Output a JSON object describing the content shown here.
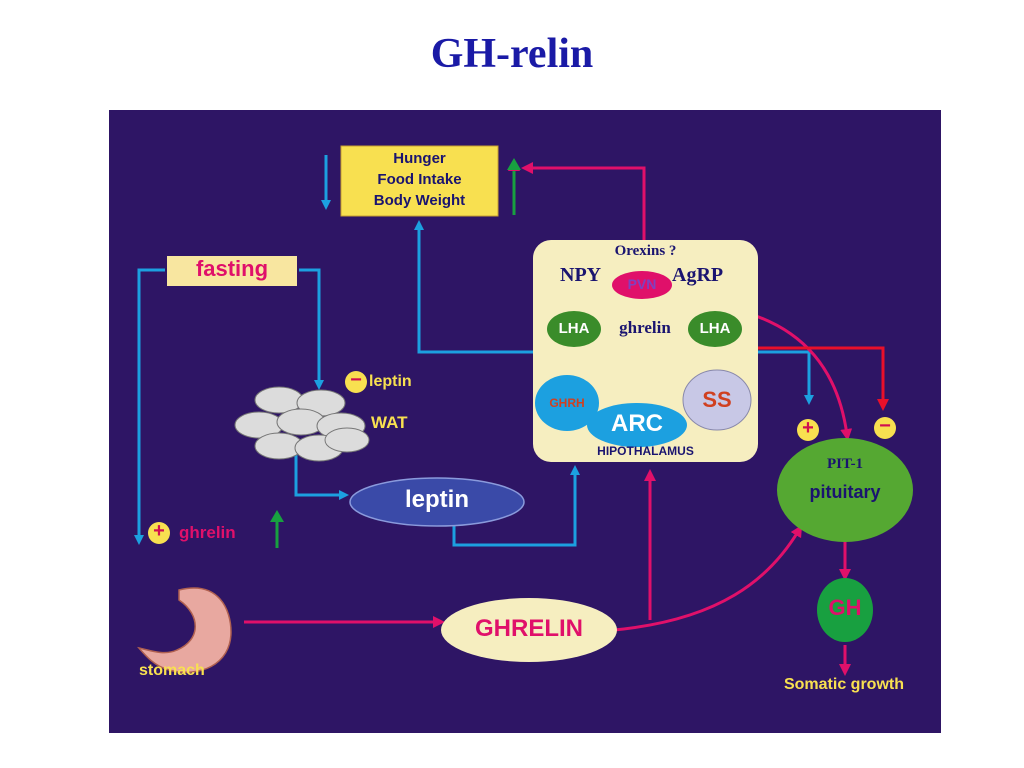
{
  "title": "GH-relin",
  "diagram": {
    "outcome_box": [
      "Hunger",
      "Food Intake",
      "Body Weight"
    ],
    "fasting": "fasting",
    "leptin_minus": "leptin",
    "wat": "WAT",
    "leptin_oval": "leptin",
    "ghrelin_plus": "ghrelin",
    "stomach": "stomach",
    "ghrelin_oval": "GHRELIN",
    "hypothalamus": {
      "orexins": "Orexins ?",
      "npy": "NPY",
      "pvn": "PVN",
      "agrp": "AgRP",
      "lha_left": "LHA",
      "ghrelin": "ghrelin",
      "lha_right": "LHA",
      "ghrh": "GHRH",
      "arc": "ARC",
      "ss": "SS",
      "label": "HIPOTHALAMUS"
    },
    "pit1": "PIT-1",
    "pituitary": "pituitary",
    "gh": "GH",
    "somatic": "Somatic growth",
    "plus_sign": "+",
    "minus_sign": "−"
  },
  "colors": {
    "background": "#2e1565",
    "blue_arrow": "#1ca0e0",
    "pink_arrow": "#e0106a",
    "red_arrow": "#e8102a",
    "green_arrow": "#18a040",
    "yellow_box": "#f8e050",
    "cream": "#f6eec0",
    "green_oval": "#55a832"
  }
}
